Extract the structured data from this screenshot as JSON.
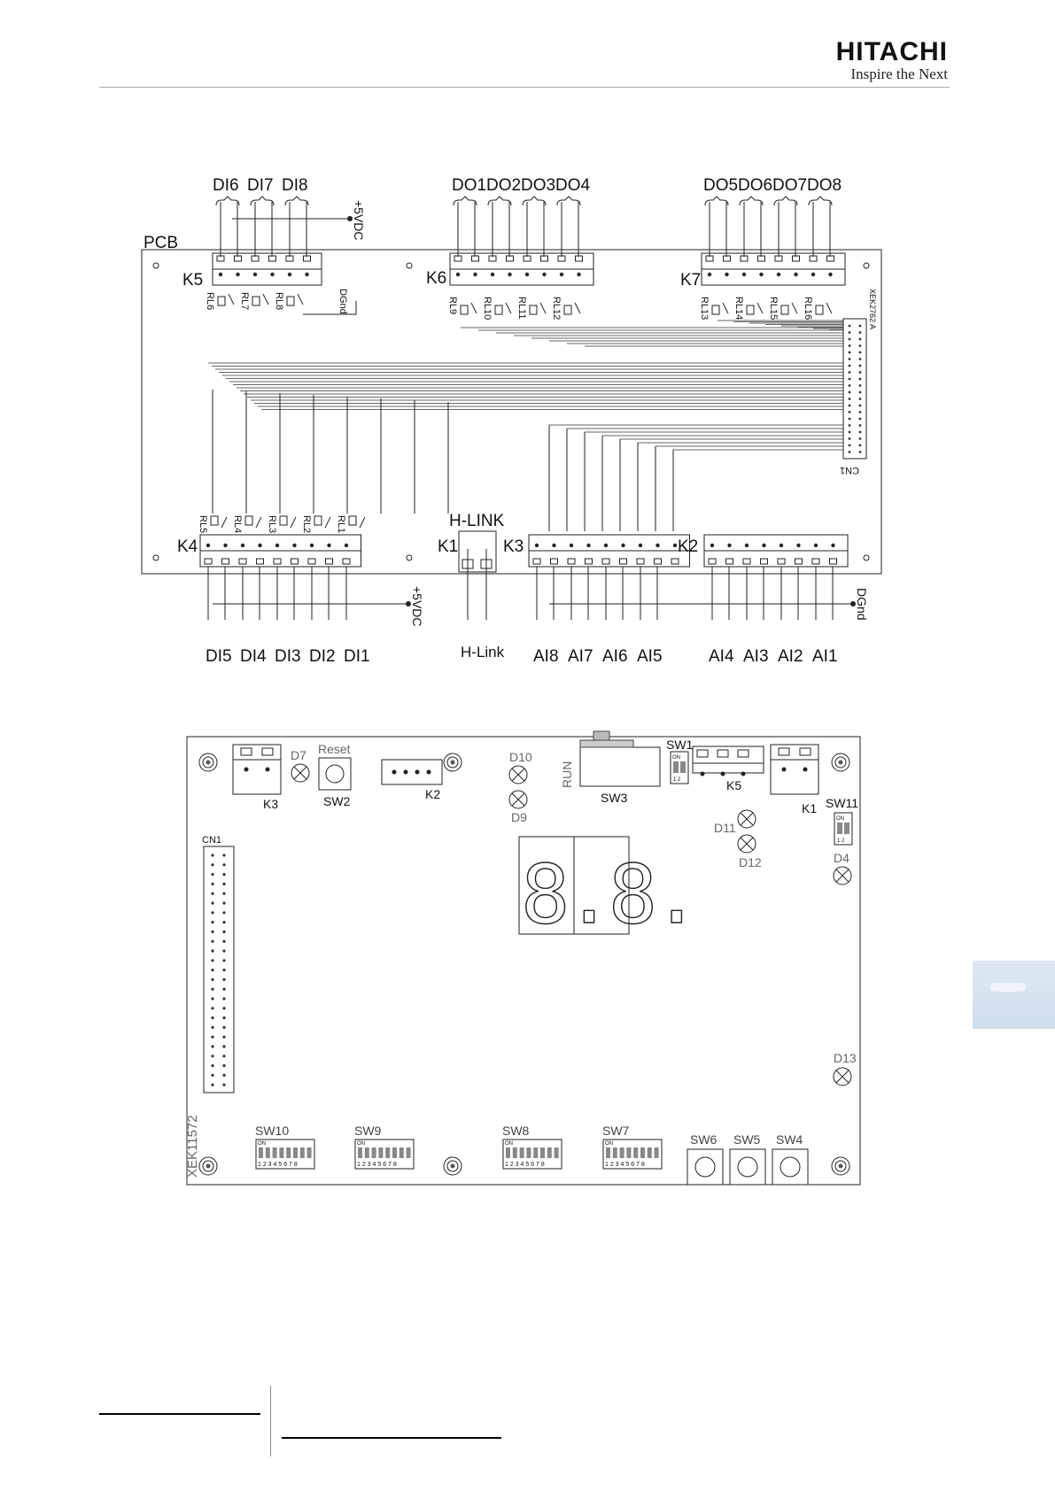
{
  "brand": {
    "name": "HITACHI",
    "tagline": "Inspire the Next"
  },
  "schematic": {
    "pcb_label": "PCB",
    "supply_label": "+5VDC",
    "ground_label": "DGnd",
    "hlink_title": "H-LINK",
    "hlink_bottom": "H-Link",
    "board_code": "XEK2762 A",
    "cn1": "CN1",
    "connectors": {
      "k1": "K1",
      "k2": "K2",
      "k3": "K3",
      "k4": "K4",
      "k5": "K5",
      "k6": "K6",
      "k7": "K7"
    },
    "di_top": [
      "DI6",
      "DI7",
      "DI8"
    ],
    "di_bottom": [
      "DI5",
      "DI4",
      "DI3",
      "DI2",
      "DI1"
    ],
    "do_k6": [
      "DO1",
      "DO2",
      "DO3",
      "DO4"
    ],
    "do_k7": [
      "DO5",
      "DO6",
      "DO7",
      "DO8"
    ],
    "ai_k3": [
      "AI8",
      "AI7",
      "AI6",
      "AI5"
    ],
    "ai_k2": [
      "AI4",
      "AI3",
      "AI2",
      "AI1"
    ],
    "relays_k5": [
      "RL6",
      "RL7",
      "RL8"
    ],
    "relays_k6": [
      "RL9",
      "RL10",
      "RL11",
      "RL12"
    ],
    "relays_k7": [
      "RL13",
      "RL14",
      "RL15",
      "RL16"
    ],
    "relays_k4": [
      "RL5",
      "RL4",
      "RL3",
      "RL2",
      "RL1"
    ]
  },
  "layout": {
    "board_code": "XEK11572",
    "cn1": "CN1",
    "reset_label": "Reset",
    "run_label": "RUN",
    "on_label": "ON",
    "display_text": "8.8.",
    "connectors": {
      "k1": "K1",
      "k2": "K2",
      "k3": "K3",
      "k5": "K5"
    },
    "leds": {
      "d4": "D4",
      "d7": "D7",
      "d9": "D9",
      "d10": "D10",
      "d11": "D11",
      "d12": "D12",
      "d13": "D13"
    },
    "switches": {
      "sw1": "SW1",
      "sw2": "SW2",
      "sw3": "SW3",
      "sw4": "SW4",
      "sw5": "SW5",
      "sw6": "SW6",
      "sw7": "SW7",
      "sw8": "SW8",
      "sw9": "SW9",
      "sw10": "SW10",
      "sw11": "SW11"
    },
    "dip_numbers": "1 2 3 4 5 6 7 8",
    "dip2_numbers": "1 2"
  }
}
